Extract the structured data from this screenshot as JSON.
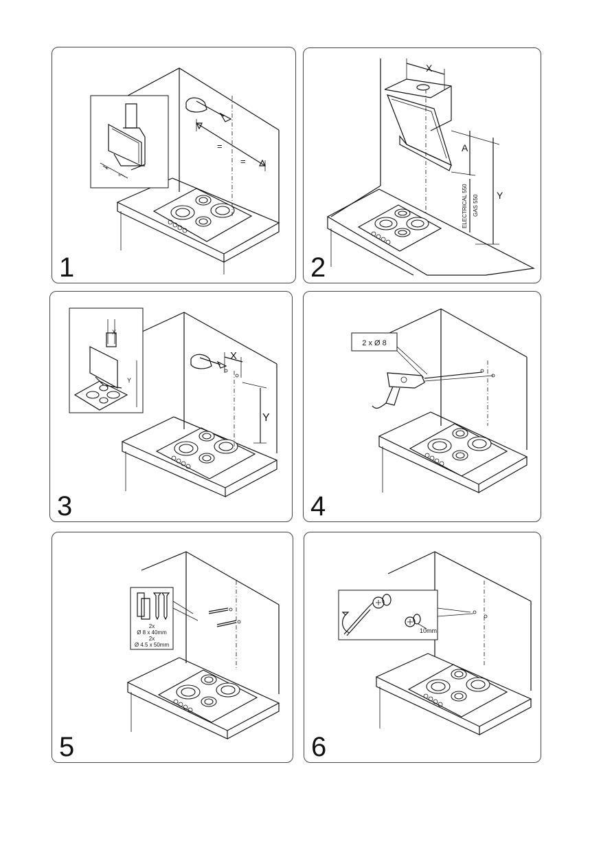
{
  "steps": [
    {
      "number": "1"
    },
    {
      "number": "2",
      "labels": {
        "x": "X",
        "a": "A",
        "y": "Y",
        "electrical": "ELECTRICAL 550",
        "gas": "GAS 550"
      }
    },
    {
      "number": "3",
      "labels": {
        "x": "X",
        "y": "Y",
        "inset_x": "X",
        "inset_y": "Y"
      }
    },
    {
      "number": "4",
      "labels": {
        "drill": "2 x Ø 8"
      }
    },
    {
      "number": "5",
      "labels": {
        "qty1": "2x",
        "size1": "Ø 8 x 40mm",
        "qty2": "2x",
        "size2": "Ø 4.5 x 50mm"
      }
    },
    {
      "number": "6",
      "labels": {
        "gap": "10mm"
      }
    }
  ],
  "icons": {
    "hand": "hand-pencil-icon",
    "drill": "power-drill-icon",
    "screwdriver": "screwdriver-icon",
    "wall_plug": "wall-plug-icon",
    "screw": "screw-icon",
    "hob": "cooktop-icon",
    "hood": "cooker-hood-icon"
  }
}
